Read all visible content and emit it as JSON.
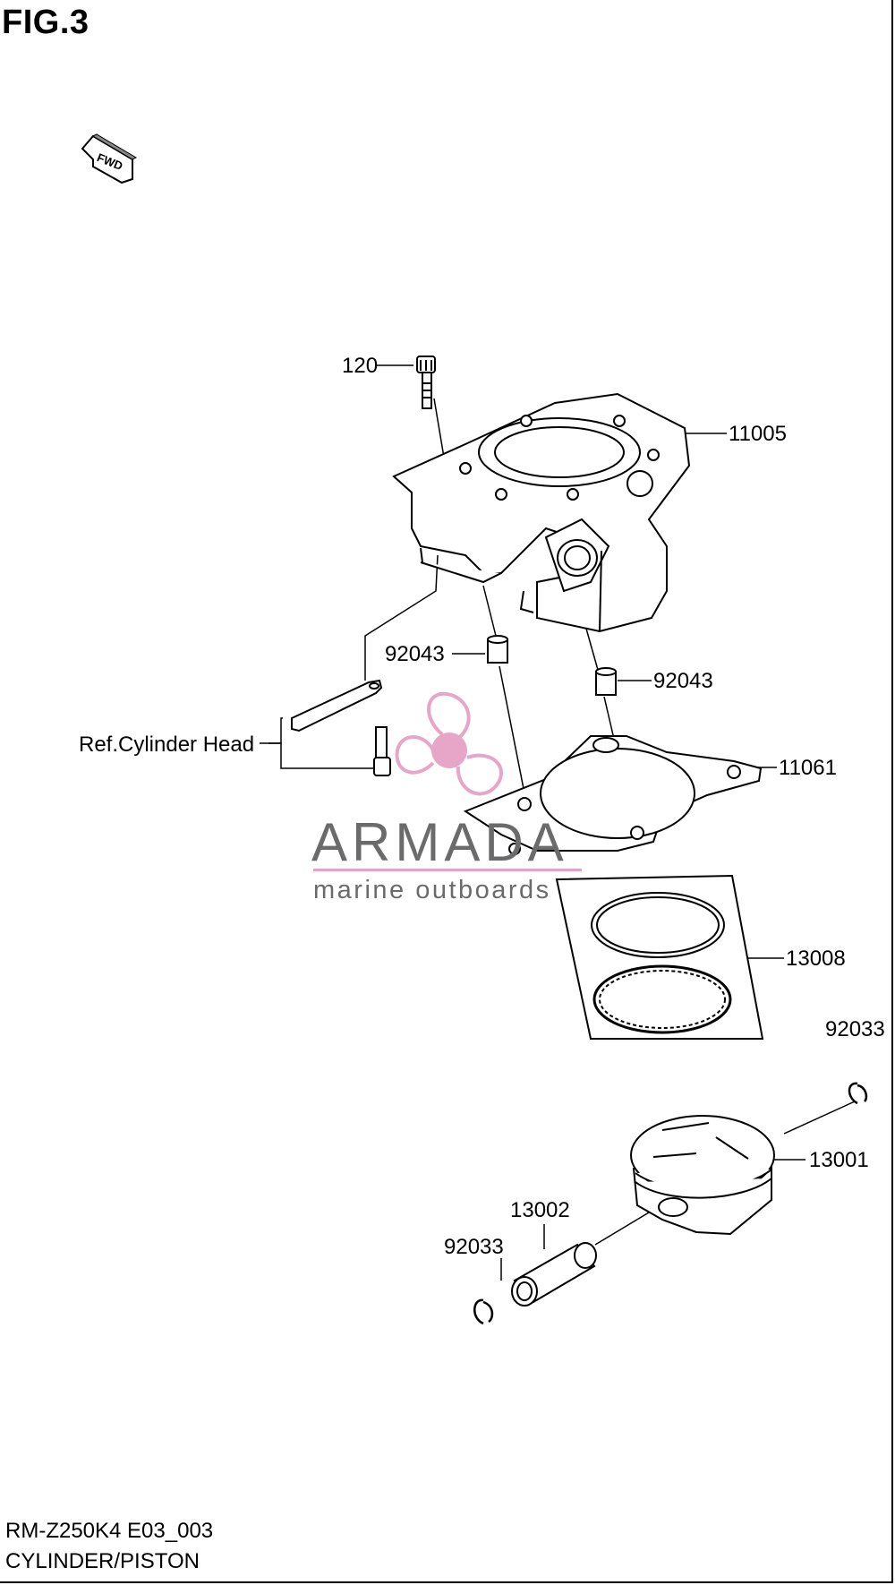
{
  "figure": {
    "title": "FIG.3",
    "fwd_label": "FWD"
  },
  "callouts": [
    {
      "id": "bolt",
      "label": "120"
    },
    {
      "id": "cylinder",
      "label": "11005"
    },
    {
      "id": "dowel-left",
      "label": "92043"
    },
    {
      "id": "dowel-right",
      "label": "92043"
    },
    {
      "id": "ref-head",
      "label": "Ref.Cylinder Head"
    },
    {
      "id": "gasket",
      "label": "11061"
    },
    {
      "id": "rings",
      "label": "13008"
    },
    {
      "id": "clip-right",
      "label": "92033"
    },
    {
      "id": "piston",
      "label": "13001"
    },
    {
      "id": "pin",
      "label": "13002"
    },
    {
      "id": "clip-left",
      "label": "92033"
    }
  ],
  "watermark": {
    "brand": "ARMADA",
    "tagline": "marine outboards",
    "accent_color": "#e6a2c6",
    "text_color": "#6b6b6b"
  },
  "footer": {
    "model_code": "RM-Z250K4 E03_003",
    "section_name": "CYLINDER/PISTON"
  }
}
